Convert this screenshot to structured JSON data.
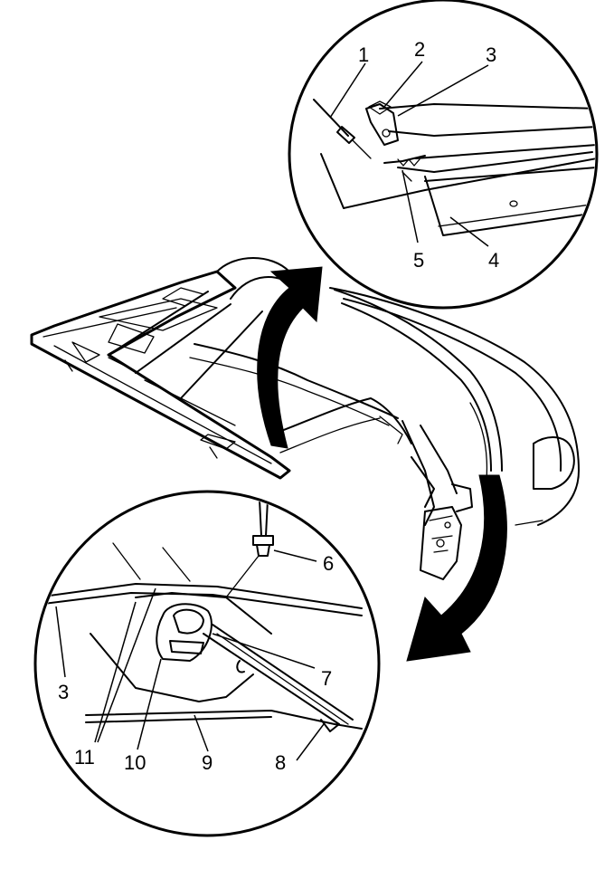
{
  "callouts": {
    "c1": "1",
    "c2": "2",
    "c3_top": "3",
    "c4": "4",
    "c5": "5",
    "c6": "6",
    "c7": "7",
    "c8": "8",
    "c9": "9",
    "c10": "10",
    "c11": "11",
    "c3_bottom": "3"
  },
  "colors": {
    "line": "#000000",
    "background": "#ffffff",
    "arrow_fill": "#000000"
  }
}
